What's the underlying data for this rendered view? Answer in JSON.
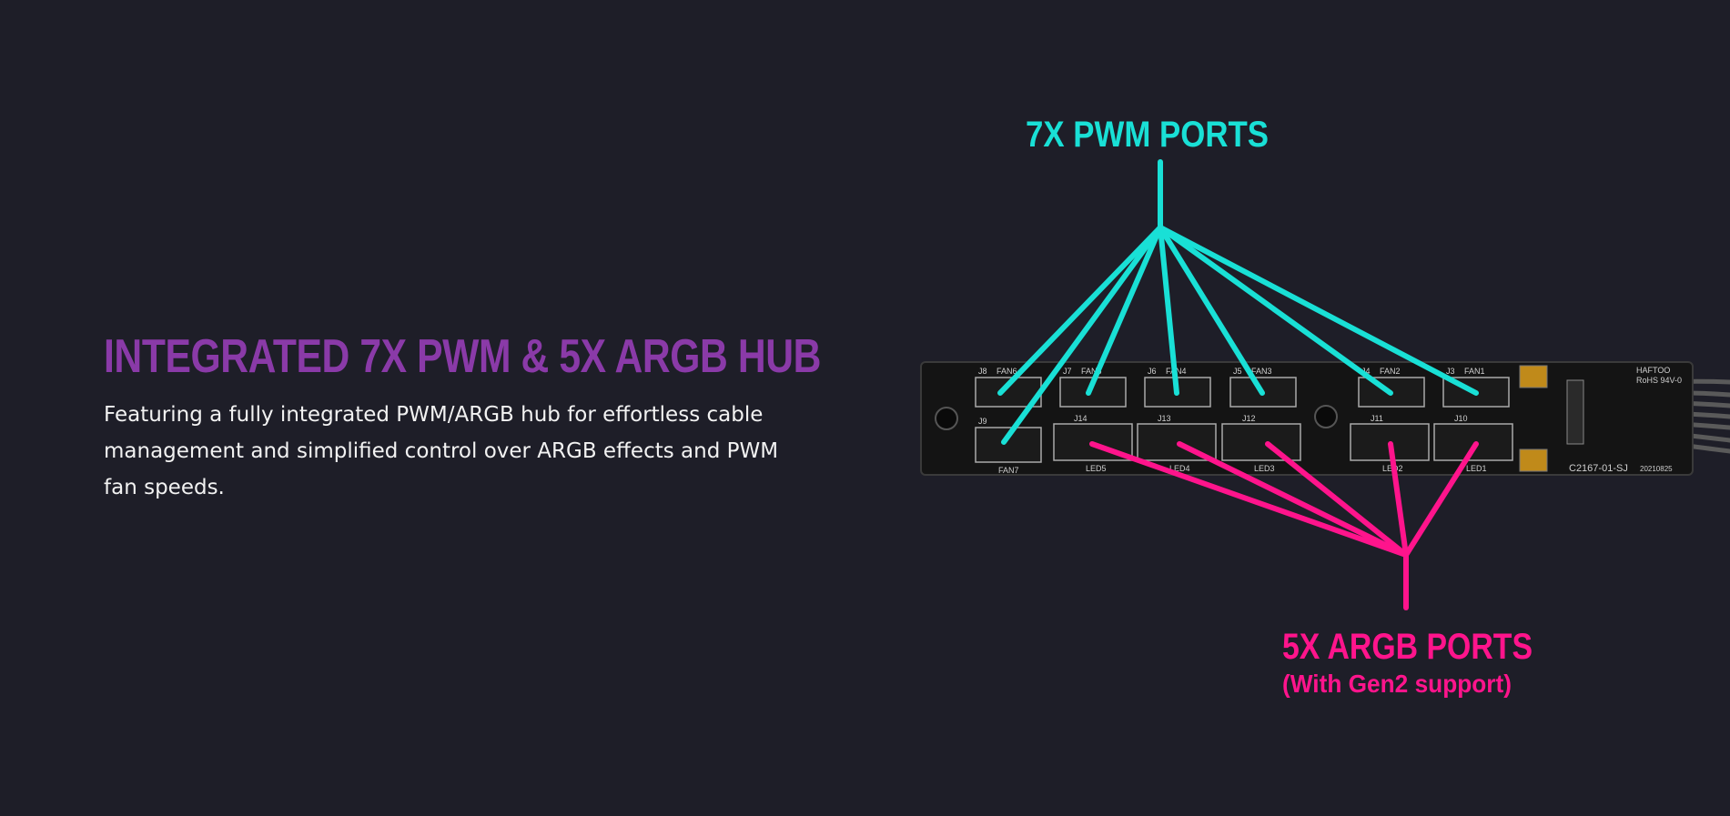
{
  "feature": {
    "title": "INTEGRATED 7X PWM & 5X ARGB HUB",
    "description": "Featuring a fully integrated PWM/ARGB hub for effortless cable management and simplified control over ARGB effects and PWM fan speeds."
  },
  "callouts": {
    "pwm_label": "7X PWM PORTS",
    "argb_label": "5X ARGB PORTS",
    "argb_sublabel": "(With Gen2 support)"
  },
  "board": {
    "model": "C2167-01-SJ",
    "date_code": "20210825",
    "maker": "HAFTOO",
    "cert": "RoHS 94V-0",
    "fan_ports": [
      "FAN6",
      "FAN5",
      "FAN4",
      "FAN3",
      "FAN2",
      "FAN1",
      "FAN7"
    ],
    "fan_refs": [
      "J8",
      "J7",
      "J6",
      "J5",
      "J4",
      "J3",
      "J9"
    ],
    "led_ports": [
      "LED5",
      "LED4",
      "LED3",
      "LED2",
      "LED1"
    ],
    "led_refs": [
      "J14",
      "J13",
      "J12",
      "J11",
      "J10"
    ]
  },
  "colors": {
    "background": "#1e1e28",
    "title": "#8a3aa8",
    "pwm_accent": "#19e0d6",
    "argb_accent": "#ff148c",
    "board": "#141414"
  }
}
